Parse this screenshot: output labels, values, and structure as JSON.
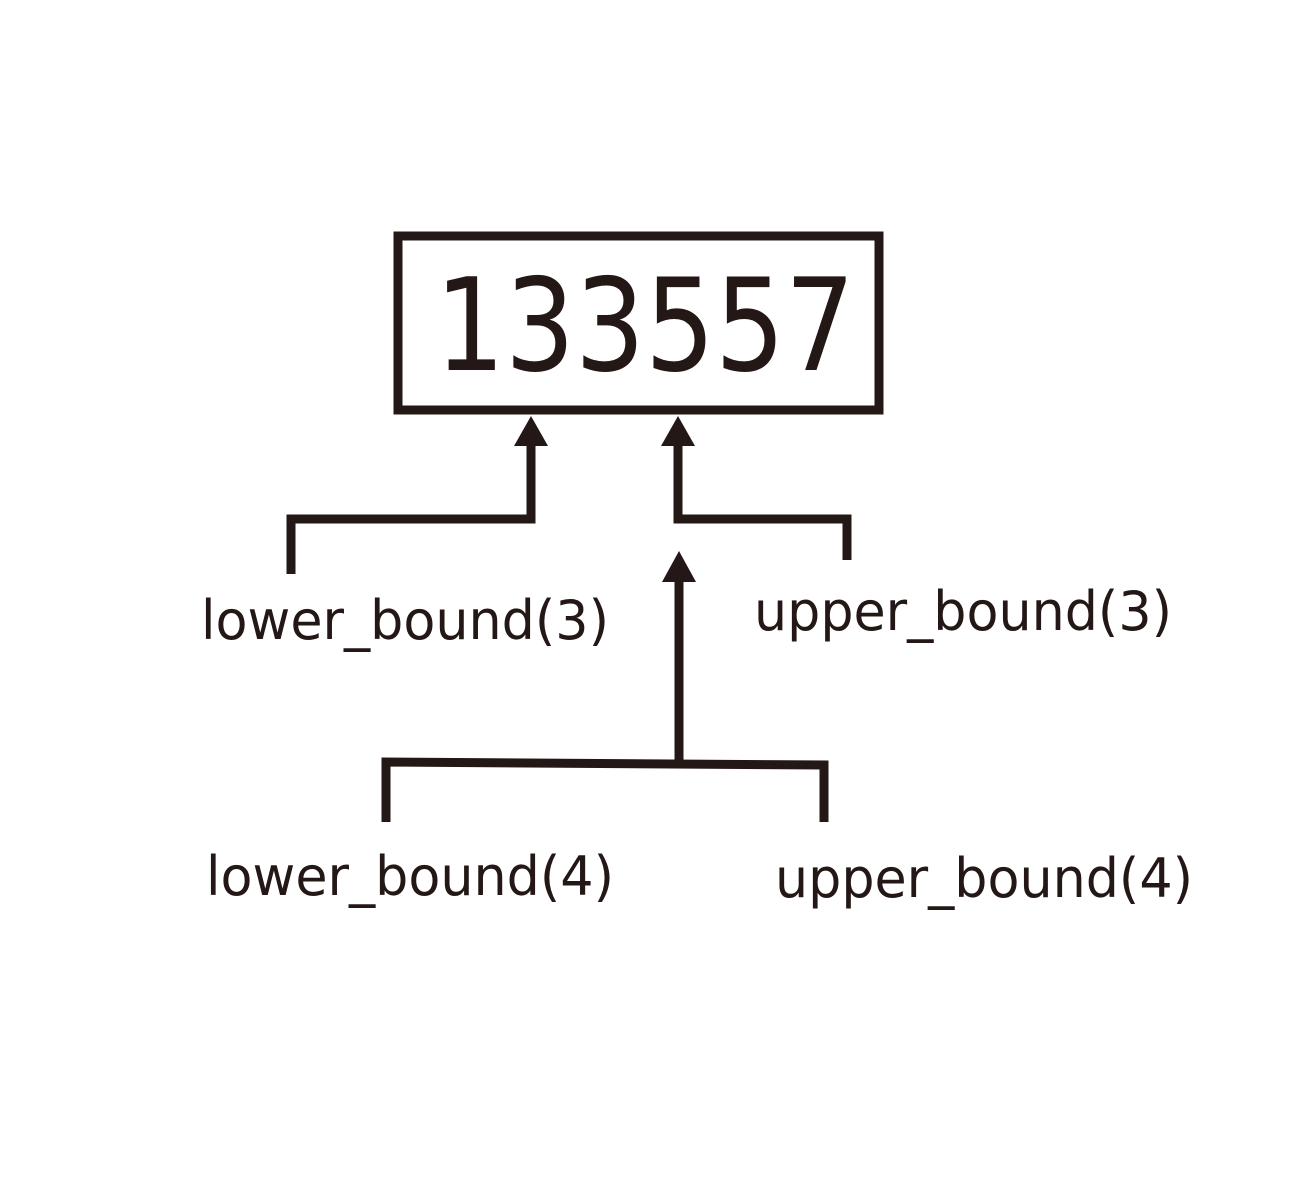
{
  "sequence": "133557",
  "labels": {
    "lower_bound_3": "lower_bound(3)",
    "upper_bound_3": "upper_bound(3)",
    "lower_bound_4": "lower_bound(4)",
    "upper_bound_4": "upper_bound(4)"
  },
  "colors": {
    "ink": "#231815",
    "background": "#ffffff"
  }
}
